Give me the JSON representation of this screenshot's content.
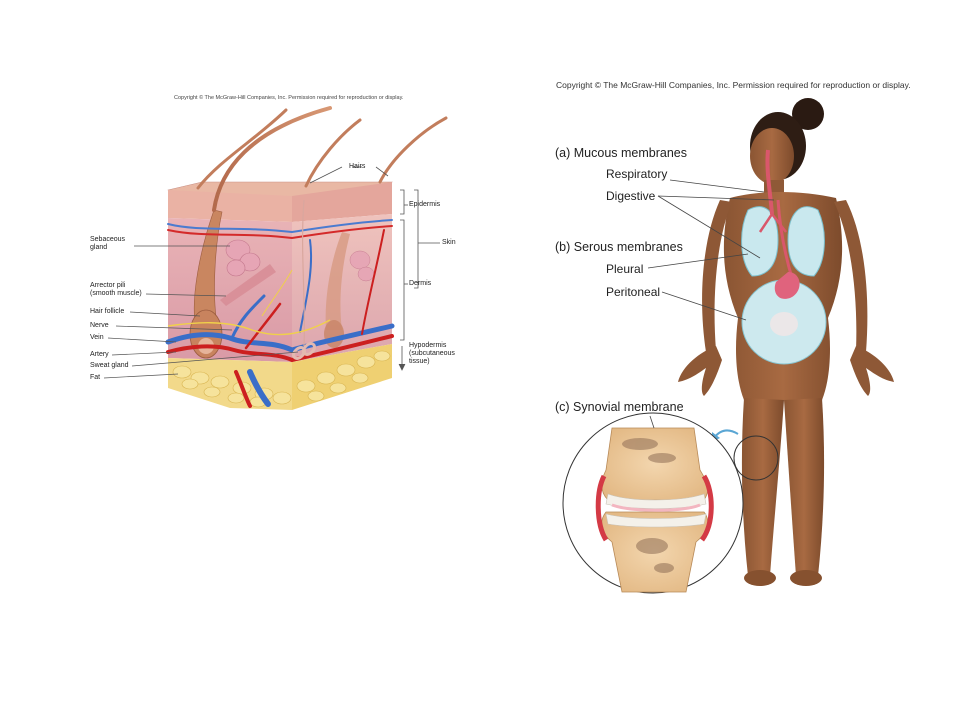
{
  "skin_figure": {
    "copyright": "Copyright © The McGraw-Hill Companies, Inc. Permission required for reproduction or display.",
    "labels": {
      "hairs": "Hairs",
      "epidermis": "Epidermis",
      "skin": "Skin",
      "sebaceous_1": "Sebaceous",
      "sebaceous_2": "gland",
      "arrector_1": "Arrector pili",
      "arrector_2": "(smooth muscle)",
      "hair_follicle": "Hair follicle",
      "dermis": "Dermis",
      "nerve": "Nerve",
      "vein": "Vein",
      "hypodermis_1": "Hypodermis",
      "hypodermis_2": "(subcutaneous",
      "hypodermis_3": "tissue)",
      "artery": "Artery",
      "sweat_gland": "Sweat gland",
      "fat": "Fat"
    }
  },
  "membranes_figure": {
    "copyright": "Copyright © The McGraw-Hill Companies, Inc. Permission required for reproduction or display.",
    "mucous_heading": "(a) Mucous membranes",
    "respiratory": "Respiratory",
    "digestive": "Digestive",
    "serous_heading": "(b) Serous membranes",
    "pleural": "Pleural",
    "peritoneal": "Peritoneal",
    "synovial_heading": "(c) Synovial membrane"
  }
}
